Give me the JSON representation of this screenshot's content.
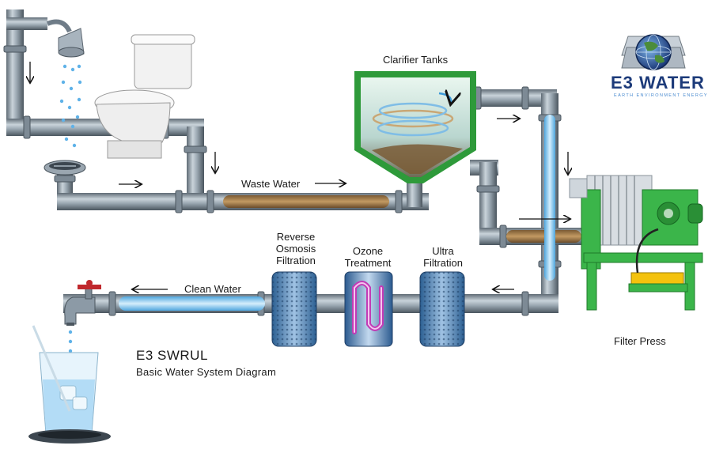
{
  "labels": {
    "clarifier": "Clarifier Tanks",
    "waste_water": "Waste Water",
    "clean_water": "Clean Water",
    "filter_press": "Filter Press",
    "reverse_osmosis": [
      "Reverse",
      "Osmosis",
      "Filtration"
    ],
    "ozone": [
      "Ozone",
      "Treatment"
    ],
    "ultra": [
      "Ultra",
      "Filtration"
    ]
  },
  "title": {
    "main": "E3 SWRUL",
    "sub": "Basic Water System Diagram"
  },
  "logo": {
    "name": "E3 WATER",
    "tagline": "EARTH ENVIRONMENT ENERGY"
  },
  "colors": {
    "pipe": "#8c9aa6",
    "tank": "#2e9a3a",
    "press": "#3bb54a",
    "water": "#7fc4ee",
    "brand": "#1d3b7a"
  },
  "icons": [
    "shower-icon",
    "toilet-icon",
    "drain-icon",
    "faucet-icon",
    "glass-icon",
    "globe-logo-icon"
  ]
}
